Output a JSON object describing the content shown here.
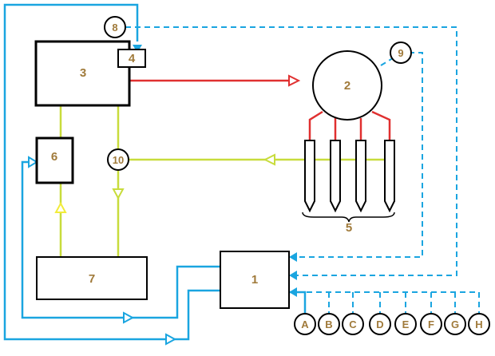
{
  "components": {
    "c1": "1",
    "c2": "2",
    "c3": "3",
    "c4": "4",
    "c5": "5",
    "c6": "6",
    "c7": "7",
    "c8": "8",
    "c9": "9",
    "c10": "10"
  },
  "inputs": [
    "A",
    "B",
    "C",
    "D",
    "E",
    "F",
    "G",
    "H"
  ],
  "colors": {
    "blue": "#1aa5e0",
    "red": "#e03030",
    "yellow_green": "#c8dc3c",
    "yellow": "#f2ec3a",
    "label": "#a07a3a",
    "outline": "#000000"
  }
}
